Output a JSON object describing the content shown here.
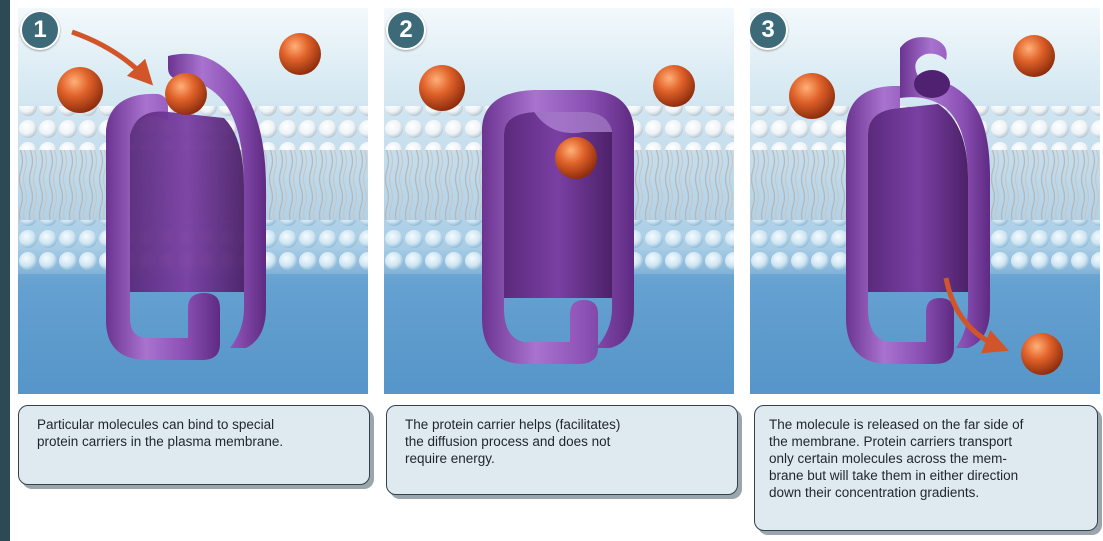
{
  "steps": [
    {
      "number": "1",
      "caption_lines": [
        "Particular molecules can bind to special",
        "protein carriers in the plasma membrane."
      ]
    },
    {
      "number": "2",
      "caption_lines": [
        "The protein carrier helps (facilitates)",
        "the diffusion process and does not",
        "require energy."
      ]
    },
    {
      "number": "3",
      "caption_lines": [
        "The molecule is released on the far side of",
        "the membrane. Protein carriers transport",
        "only certain molecules across the mem-",
        "brane but will take them in either direction",
        "down their concentration gradients."
      ]
    }
  ],
  "colors": {
    "carrier_protein": "#8a4fb3",
    "molecule": "#d9541f",
    "arrow": "#d2552a",
    "extracellular": "#dcecf4",
    "cytoplasm": "#5f9fcf",
    "step_badge": "#3c6a78"
  }
}
